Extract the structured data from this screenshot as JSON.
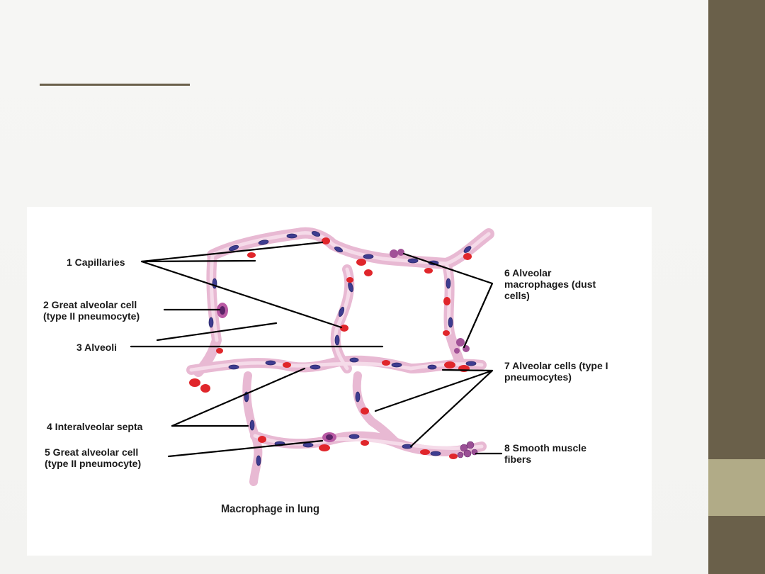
{
  "figure": {
    "caption": "Macrophage in lung",
    "labels": {
      "l1": "1 Capillaries",
      "l2": "2 Great alveolar cell\n(type II pneumocyte)",
      "l3": "3 Alveoli",
      "l4": "4 Interalveolar septa",
      "l5": "5 Great alveolar cell\n(type II pneumocyte)",
      "l6": "6 Alveolar\nmacrophages (dust\ncells)",
      "l7": "7 Alveolar cells (type I\npneumocytes)",
      "l8": "8 Smooth muscle\nfibers"
    }
  },
  "colors": {
    "sidebar": "#6a604a",
    "sidebar_accent": "#b1ab87",
    "septa": "#e7b9d4",
    "nucleus": "#3b3a8c",
    "rbc": "#e0262b"
  }
}
